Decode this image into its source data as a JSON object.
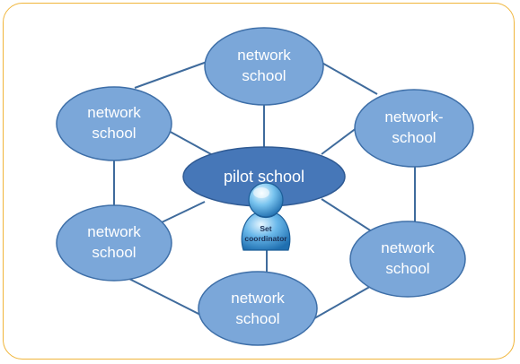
{
  "diagram": {
    "type": "network",
    "center": {
      "label": "pilot school",
      "badge": {
        "line1": "Set",
        "line2": "coordinator"
      }
    },
    "nodes": [
      {
        "id": "top",
        "line1": "network",
        "line2": "school"
      },
      {
        "id": "upper-left",
        "line1": "network",
        "line2": "school"
      },
      {
        "id": "upper-right",
        "line1": "network-",
        "line2": "school"
      },
      {
        "id": "lower-left",
        "line1": "network",
        "line2": "school"
      },
      {
        "id": "lower-right",
        "line1": "network",
        "line2": "school"
      },
      {
        "id": "bottom",
        "line1": "network",
        "line2": "school"
      }
    ],
    "colors": {
      "node_fill": "#7ba7d9",
      "node_stroke": "#3e6fa8",
      "center_fill": "#4677b8",
      "line": "#3f6b9c",
      "frame": "#f0b53a"
    }
  }
}
